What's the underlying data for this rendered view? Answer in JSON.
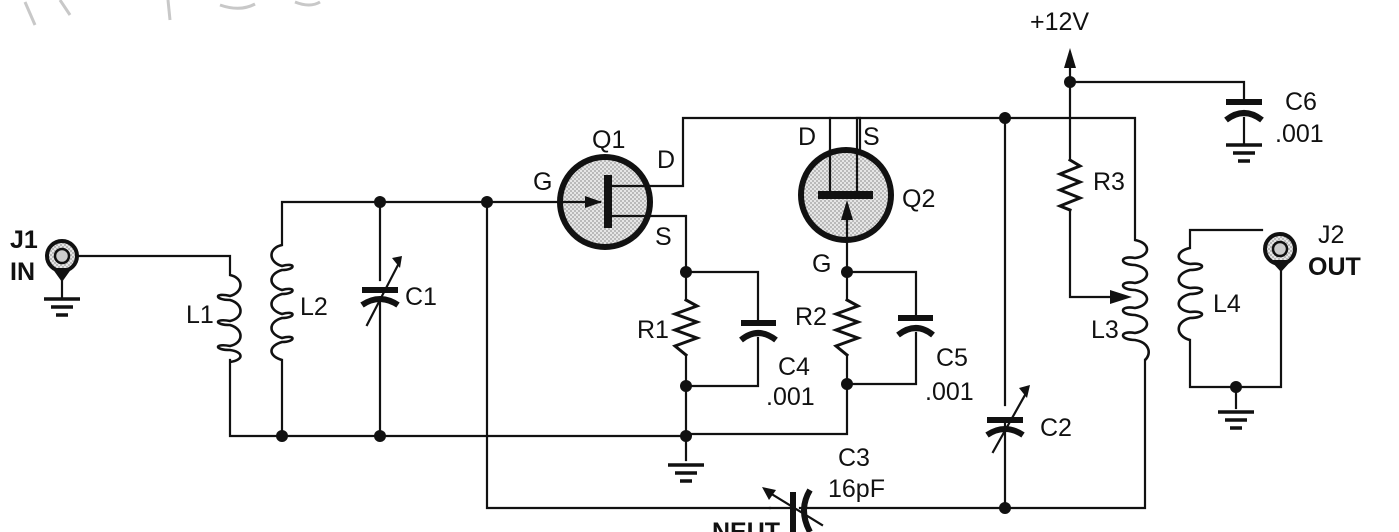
{
  "title": "Two-stage FET RF amplifier schematic",
  "supply": {
    "label": "+12V"
  },
  "connectors": {
    "J1": {
      "ref": "J1",
      "label": "IN"
    },
    "J2": {
      "ref": "J2",
      "label": "OUT"
    }
  },
  "transistors": {
    "Q1": {
      "ref": "Q1",
      "gate": "G",
      "drain": "D",
      "source": "S"
    },
    "Q2": {
      "ref": "Q2",
      "gate": "G",
      "drain": "D",
      "source": "S"
    }
  },
  "inductors": {
    "L1": {
      "ref": "L1"
    },
    "L2": {
      "ref": "L2"
    },
    "L3": {
      "ref": "L3"
    },
    "L4": {
      "ref": "L4"
    }
  },
  "capacitors": {
    "C1": {
      "ref": "C1",
      "value": ""
    },
    "C2": {
      "ref": "C2",
      "value": ""
    },
    "C3": {
      "ref": "C3",
      "value": "16pF",
      "note": "NEUT"
    },
    "C4": {
      "ref": "C4",
      "value": ".001"
    },
    "C5": {
      "ref": "C5",
      "value": ".001"
    },
    "C6": {
      "ref": "C6",
      "value": ".001"
    }
  },
  "resistors": {
    "R1": {
      "ref": "R1"
    },
    "R2": {
      "ref": "R2"
    },
    "R3": {
      "ref": "R3"
    }
  },
  "colors": {
    "ink": "#111111",
    "paper": "#ffffff",
    "stipple": "#bdbdbd"
  }
}
